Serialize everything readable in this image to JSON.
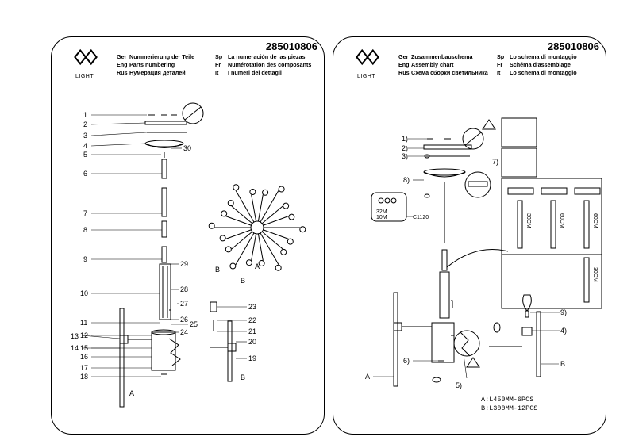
{
  "brand": "LIGHT",
  "left_panel": {
    "code": "285010806",
    "lines": [
      {
        "lang1": "Ger",
        "text1": "Nummerierung der Teile",
        "lang2": "Sp",
        "text2": "La numeración de las piezas"
      },
      {
        "lang1": "Eng",
        "text1": "Parts numbering",
        "lang2": "Fr",
        "text2": "Numérotation des composants"
      },
      {
        "lang1": "Rus",
        "text1": "Нумерация деталей",
        "lang2": "It",
        "text2": "I numeri dei dettagli"
      }
    ],
    "part_labels": [
      "1",
      "2",
      "3",
      "4",
      "5",
      "6",
      "7",
      "8",
      "9",
      "10",
      "11",
      "12",
      "13",
      "14",
      "15",
      "16",
      "17",
      "18",
      "19",
      "20",
      "21",
      "22",
      "23",
      "24",
      "25",
      "26",
      "27",
      "28",
      "29",
      "30"
    ],
    "marks": {
      "a": "A",
      "b": "B"
    }
  },
  "right_panel": {
    "code": "285010806",
    "lines": [
      {
        "lang1": "Ger",
        "text1": "Zusammenbauschema",
        "lang2": "Sp",
        "text2": "Lo schema di montaggio"
      },
      {
        "lang1": "Eng",
        "text1": "Assembly chart",
        "lang2": "Fr",
        "text2": "Schéma d'assemblage"
      },
      {
        "lang1": "Rus",
        "text1": "Схема сборки светильника",
        "lang2": "It",
        "text2": "Lo schema di montaggio"
      }
    ],
    "step_labels": {
      "s1": "1)",
      "s2": "2)",
      "s3": "3)",
      "s4": "4)",
      "s5": "5)",
      "s6": "6)",
      "s7": "7)",
      "s8": "8)",
      "s9": "9)"
    },
    "marks": {
      "a": "A",
      "b": "B"
    },
    "screw_labels": {
      "m1": "32M",
      "m2": "10M",
      "c": "C1120"
    },
    "length_labels": {
      "l1": "30CM",
      "l2": "60CM",
      "l3": "60CM",
      "l4": "30CM"
    },
    "spec_lines": [
      "A:L450MM-6PCS",
      "B:L300MM-12PCS"
    ]
  }
}
